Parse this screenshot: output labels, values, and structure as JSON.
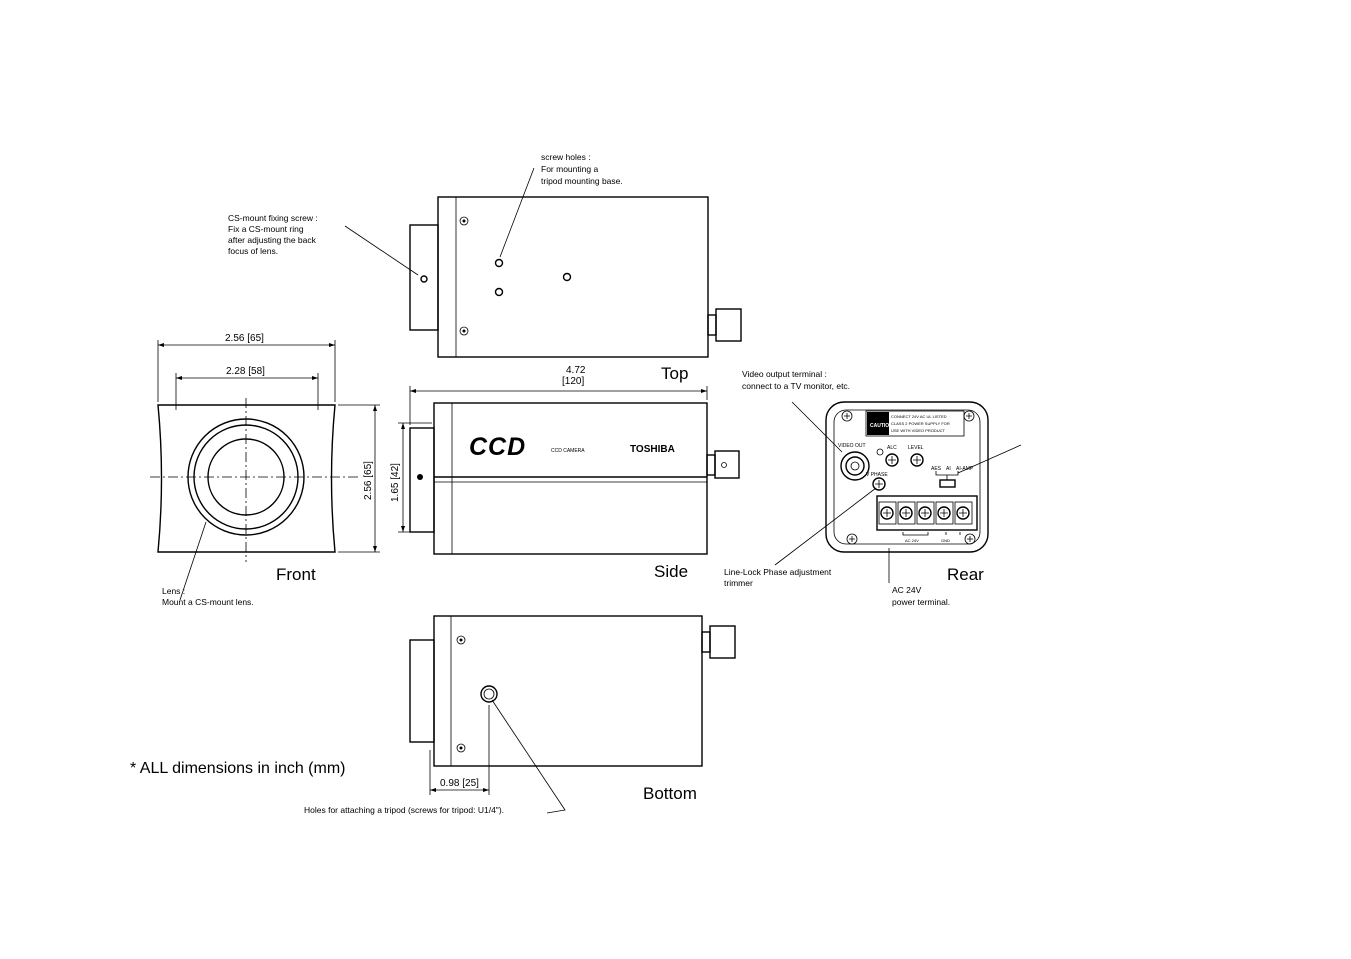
{
  "annotations": {
    "screw_holes": [
      "screw holes :",
      "For mounting a",
      "tripod mounting base."
    ],
    "cs_mount_screw": [
      "CS-mount fixing screw :",
      "Fix a CS-mount ring",
      "after adjusting the back",
      "focus of lens."
    ],
    "video_output": [
      "Video output terminal :",
      "connect to a TV monitor, etc."
    ],
    "lens": [
      "Lens :",
      "Mount a CS-mount lens."
    ],
    "line_lock": [
      "Line-Lock Phase adjustment",
      "trimmer"
    ],
    "ac_power": [
      "AC 24V",
      "power terminal."
    ],
    "tripod_holes": "Holes for attaching a tripod (screws for tripod: U1/4\")."
  },
  "dimensions": {
    "front_width": "2.56 [65]",
    "front_inner": "2.28 [58]",
    "front_height": "2.56 [65]",
    "side_length_in": "4.72",
    "side_length_mm": "[120]",
    "side_height": "1.65 [42]",
    "bottom_offset": "0.98 [25]"
  },
  "views": {
    "top": "Top",
    "front": "Front",
    "side": "Side",
    "rear": "Rear",
    "bottom": "Bottom"
  },
  "side_body": {
    "logo": "CCD",
    "model": "CCD CAMERA",
    "brand": "TOSHIBA"
  },
  "rear_panel": {
    "caution": "CAUTION",
    "caution_text": [
      "CONNECT 24V AC UL LISTED",
      "CLASS 2 POWER SUPPLY FOR",
      "USE WITH VIDEO PRODUCT"
    ],
    "video_out": "VIDEO OUT",
    "alc": "ALC",
    "level": "LEVEL",
    "v_phase": "V PHASE",
    "aes": "AES",
    "ai": "AI",
    "ai_amp": "AI-AMP",
    "ac24v": "AC 24V",
    "gnd": "GND"
  },
  "note": "* ALL dimensions in inch (mm)"
}
